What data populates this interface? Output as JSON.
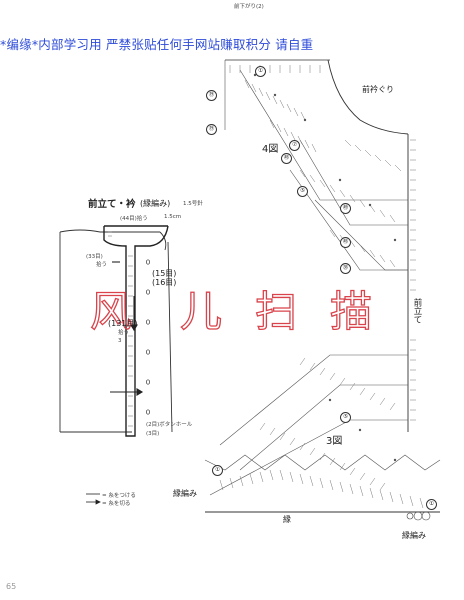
{
  "watermark": {
    "text": "*编缘*内部学习用 严禁张贴任何手网站赚取积分 请自重",
    "color": "#2d4bd8"
  },
  "stamp": {
    "chars": [
      "风",
      "儿",
      "扫",
      "描"
    ],
    "color": "#d9434b"
  },
  "diagram": {
    "top_label": "前下がり(2)",
    "neck_label": "前衿ぐり",
    "fig4": "4図",
    "fig3": "3図",
    "front_label": "前立て",
    "border_label": "縁編み",
    "hem_label": "縁",
    "edge_label": "縁編み",
    "circled": {
      "c1": "①",
      "c19a": "⑲",
      "c19b": "⑲",
      "c7": "⑦",
      "c45": "㊺",
      "c5a": "⑤",
      "c49": "㊾",
      "c45b": "㊺",
      "c35": "㉟",
      "c5b": "⑤",
      "c1b": "①",
      "c1c": "①"
    }
  },
  "inset": {
    "title": "前立て・衿",
    "title_sub": "(縁編み)",
    "title_sub2": "1.5号針",
    "top_count": "(44目)拾う",
    "top_right": "1.5cm",
    "left_count": "(33目)",
    "left_sub": "拾う",
    "right_count_a": "(15目)",
    "right_count_b": "(16目)",
    "mid_count": "(131目)",
    "mid_sub": "拾う",
    "mid_num": "3",
    "buttonhole": "(2目)ボタンホール",
    "bottom_count": "(3目)",
    "legend_a": "= 糸をつける",
    "legend_b": "= 糸を切る"
  },
  "page_number": "65"
}
